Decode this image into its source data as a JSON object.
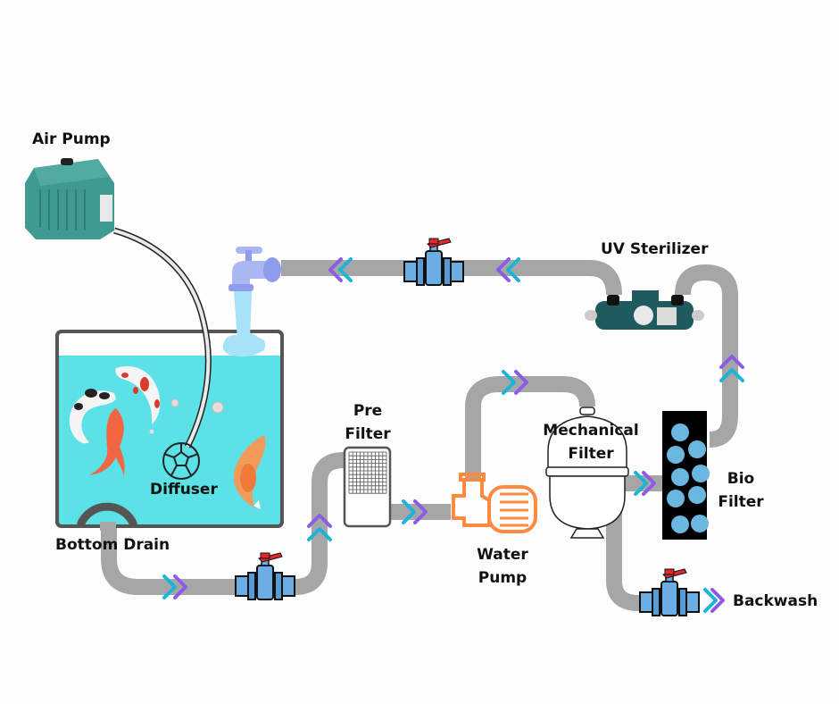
{
  "diagram": {
    "type": "pond-filtration-flow",
    "labels": {
      "air_pump": "Air Pump",
      "diffuser": "Diffuser",
      "bottom_drain": "Bottom Drain",
      "pre_filter_line1": "Pre",
      "pre_filter_line2": "Filter",
      "water_pump_line1": "Water",
      "water_pump_line2": "Pump",
      "mechanical_filter_line1": "Mechanical",
      "mechanical_filter_line2": "Filter",
      "bio_filter_line1": "Bio",
      "bio_filter_line2": "Filter",
      "uv_sterilizer": "UV Sterilizer",
      "backwash": "Backwash"
    },
    "flow_sequence": [
      "Bottom Drain",
      "Valve",
      "Pre Filter",
      "Water Pump",
      "Mechanical Filter",
      "Bio Filter",
      "UV Sterilizer",
      "Valve",
      "Faucet / Return",
      "Pond"
    ],
    "branches": [
      {
        "from": "Mechanical Filter",
        "through": "Valve",
        "to": "Backwash"
      }
    ],
    "air_line": {
      "from": "Air Pump",
      "to": "Diffuser"
    },
    "icons": [
      "air-pump-icon",
      "faucet-icon",
      "valve-icon",
      "uv-sterilizer-icon",
      "pre-filter-icon",
      "water-pump-icon",
      "mechanical-filter-icon",
      "bio-filter-icon",
      "koi-fish-icon",
      "diffuser-icon",
      "bottom-drain-icon",
      "flow-arrow-icon"
    ],
    "colors": {
      "pipe": "#a6a6a6",
      "water": "#5ce1e6",
      "arrow_cyan": "#1cb5d8",
      "arrow_purple": "#8c5ce6",
      "valve_body": "#6aaee3",
      "valve_handle": "#e0282e",
      "pump": "#ff8a3d",
      "bio_media": "#6ab8e0",
      "tank_border": "#555555",
      "air_pump": "#3f9a90",
      "uv_body": "#1f5a5e",
      "faucet": "#a9b8f2"
    }
  }
}
